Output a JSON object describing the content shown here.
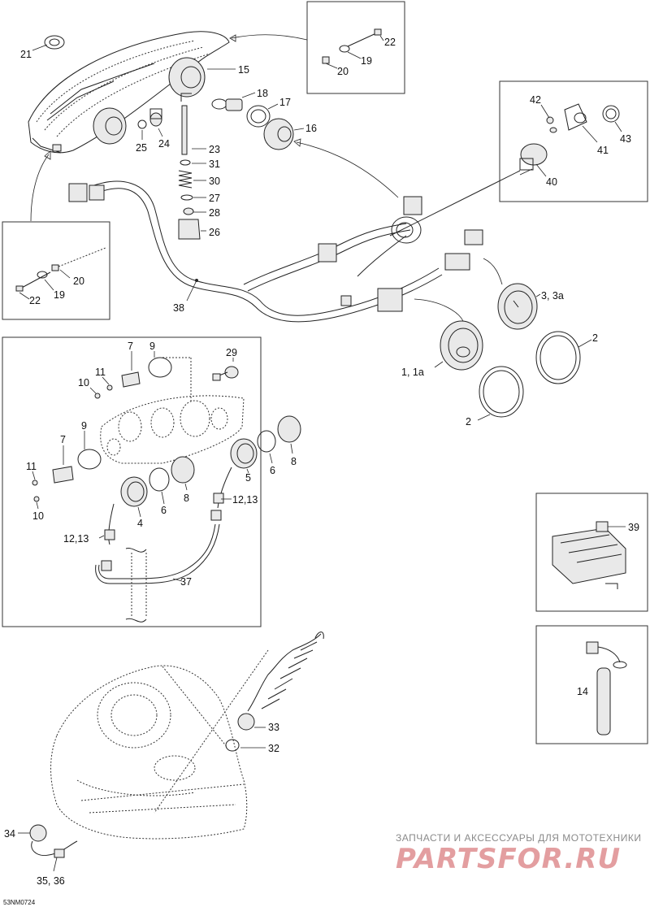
{
  "diagram_code": "53NM0724",
  "callouts": {
    "p1": "1, 1a",
    "p2a": "2",
    "p2b": "2",
    "p3": "3, 3a",
    "p4": "4",
    "p5": "5",
    "p6a": "6",
    "p6b": "6",
    "p7a": "7",
    "p7b": "7",
    "p8a": "8",
    "p8b": "8",
    "p9a": "9",
    "p9b": "9",
    "p10a": "10",
    "p10b": "10",
    "p11a": "11",
    "p11b": "11",
    "p12a": "12,13",
    "p12b": "12,13",
    "p14": "14",
    "p15": "15",
    "p16": "16",
    "p17": "17",
    "p18": "18",
    "p19a": "19",
    "p19b": "19",
    "p20a": "20",
    "p20b": "20",
    "p21": "21",
    "p22a": "22",
    "p22b": "22",
    "p23": "23",
    "p24": "24",
    "p25": "25",
    "p26": "26",
    "p27": "27",
    "p28": "28",
    "p29": "29",
    "p30": "30",
    "p31": "31",
    "p32": "32",
    "p33": "33",
    "p34": "34",
    "p35": "35, 36",
    "p37": "37",
    "p38": "38",
    "p39": "39",
    "p40": "40",
    "p41": "41",
    "p42": "42",
    "p43": "43"
  },
  "watermark": {
    "tagline": "ЗАПЧАСТИ И АКСЕССУАРЫ ДЛЯ МОТОТЕХНИКИ",
    "logo": "PARTSFOR.RU"
  },
  "colors": {
    "line": "#222222",
    "watermark_text": "#8a8a8a",
    "watermark_logo": "#e39ea0"
  }
}
